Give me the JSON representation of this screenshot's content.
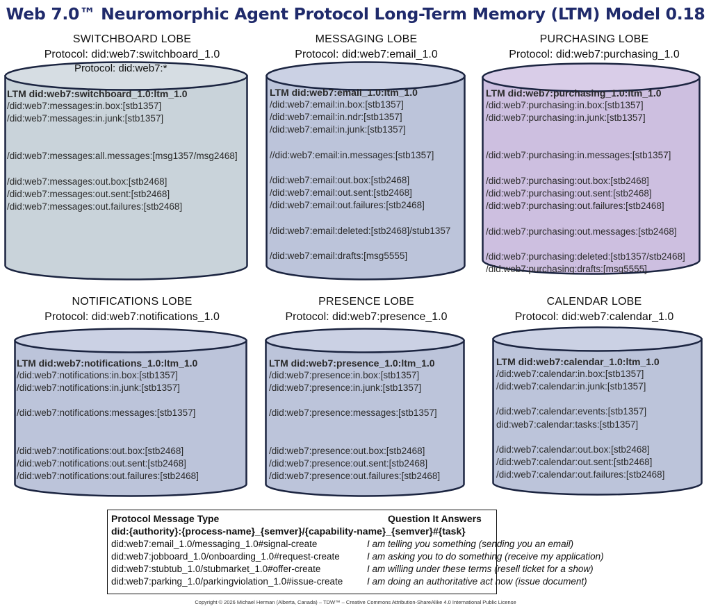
{
  "title": "Web 7.0™ Neuromorphic Agent Protocol Long-Term Memory (LTM) Model 0.18",
  "lobes": {
    "switchboard": {
      "name": "SWITCHBOARD LOBE",
      "protocol": "Protocol: did:web7:switchboard_1.0",
      "extra_protocol": "Protocol: did:web7:*",
      "ltm": "LTM did:web7:switchboard_1.0:ltm_1.0",
      "color": "#c9d3da",
      "rows": [
        "/did:web7:messages:in.box:[stb1357]",
        "/did:web7:messages:in.junk:[stb1357]",
        "",
        "",
        "/did:web7:messages:all.messages:[msg1357/msg2468]",
        "",
        "/did:web7:messages:out.box:[stb2468]",
        "/did:web7:messages:out.sent:[stb2468]",
        "/did:web7:messages:out.failures:[stb2468]"
      ]
    },
    "messaging": {
      "name": "MESSAGING LOBE",
      "protocol": "Protocol: did:web7:email_1.0",
      "ltm": "LTM did:web7:email_1.0:ltm_1.0",
      "color": "#bcc4da",
      "rows": [
        "/did:web7:email:in.box:[stb1357]",
        "/did:web7:email:in.ndr:[stb1357]",
        "/did:web7:email:in.junk:[stb1357]",
        "",
        "//did:web7:email:in.messages:[stb1357]",
        "",
        "/did:web7:email:out.box:[stb2468]",
        "/did:web7:email:out.sent:[stb2468]",
        "/did:web7:email:out.failures:[stb2468]",
        "",
        "/did:web7:email:deleted:[stb2468]/stub1357",
        "",
        "/did:web7:email:drafts:[msg5555]"
      ]
    },
    "purchasing": {
      "name": "PURCHASING LOBE",
      "protocol": "Protocol: did:web7:purchasing_1.0",
      "ltm": "LTM did:web7:purchasing_1.0:ltm_1.0",
      "color": "#cdbfe0",
      "rows": [
        "/did:web7:purchasing:in.box:[stb1357]",
        "/did:web7:purchasing:in.junk:[stb1357]",
        "",
        "",
        "/did:web7:purchasing:in.messages:[stb1357]",
        "",
        "/did:web7:purchasing:out.box:[stb2468]",
        "/did:web7:purchasing:out.sent:[stb2468]",
        "/did:web7:purchasing:out.failures:[stb2468]",
        "",
        "/did:web7:purchasing:out.messages:[stb2468]",
        "",
        "/did:web7:purchasing:deleted:[stb1357/stb2468]",
        "/did:web7:purchasing:drafts:[msg5555]"
      ]
    },
    "notifications": {
      "name": "NOTIFICATIONS LOBE",
      "protocol": "Protocol: did:web7:notifications_1.0",
      "ltm": "LTM did:web7:notifications_1.0:ltm_1.0",
      "color": "#bcc4da",
      "rows": [
        "/did:web7:notifications:in.box:[stb1357]",
        "/did:web7:notifications:in.junk:[stb1357]",
        "",
        "/did:web7:notifications:messages:[stb1357]",
        "",
        "",
        "/did:web7:notifications:out.box:[stb2468]",
        "/did:web7:notifications:out.sent:[stb2468]",
        "/did:web7:notifications:out.failures:[stb2468]"
      ]
    },
    "presence": {
      "name": "PRESENCE LOBE",
      "protocol": "Protocol: did:web7:presence_1.0",
      "ltm": "LTM did:web7:presence_1.0:ltm_1.0",
      "color": "#bcc4da",
      "rows": [
        "/did:web7:presence:in.box:[stb1357]",
        "/did:web7:presence:in.junk:[stb1357]",
        "",
        "/did:web7:presence:messages:[stb1357]",
        "",
        "",
        "/did:web7:presence:out.box:[stb2468]",
        "/did:web7:presence:out.sent:[stb2468]",
        "/did:web7:presence:out.failures:[stb2468]"
      ]
    },
    "calendar": {
      "name": "CALENDAR LOBE",
      "protocol": "Protocol: did:web7:calendar_1.0",
      "ltm": "LTM did:web7:calendar_1.0:ltm_1.0",
      "color": "#bcc4da",
      "rows": [
        "/did:web7:calendar:in.box:[stb1357]",
        "/did:web7:calendar:in.junk:[stb1357]",
        "",
        "/did:web7:calendar:events:[stb1357]",
        "did:web7:calendar:tasks:[stb1357]",
        "",
        "/did:web7:calendar:out.box:[stb2468]",
        "/did:web7:calendar:out.sent:[stb2468]",
        "/did:web7:calendar:out.failures:[stb2468]"
      ]
    }
  },
  "legend": {
    "col1_header": "Protocol Message Type",
    "col2_header": "Question It Answers",
    "pattern": "did:{authority}:{process-name}_{semver}/{capability-name}_{semver}#{task}",
    "rows": [
      {
        "type": "did:web7:email_1.0/messaging_1.0#signal-create",
        "answer": "I am telling you something (sending you an email)"
      },
      {
        "type": "did:web7:jobboard_1.0/onboarding_1.0#request-create",
        "answer": "I am asking you to do something (receive my application)"
      },
      {
        "type": "did:web7:stubtub_1.0/stubmarket_1.0#offer-create",
        "answer": "I am willing under these terms (resell ticket for a show)"
      },
      {
        "type": "did:web7:parking_1.0/parkingviolation_1.0#issue-create",
        "answer": "I am doing an authoritative act now (issue document)"
      }
    ]
  },
  "footer": "Copyright © 2026 Michael Herman (Alberta, Canada) – TDW™ – Creative Commons Attribution-ShareAlike 4.0 International Public License"
}
